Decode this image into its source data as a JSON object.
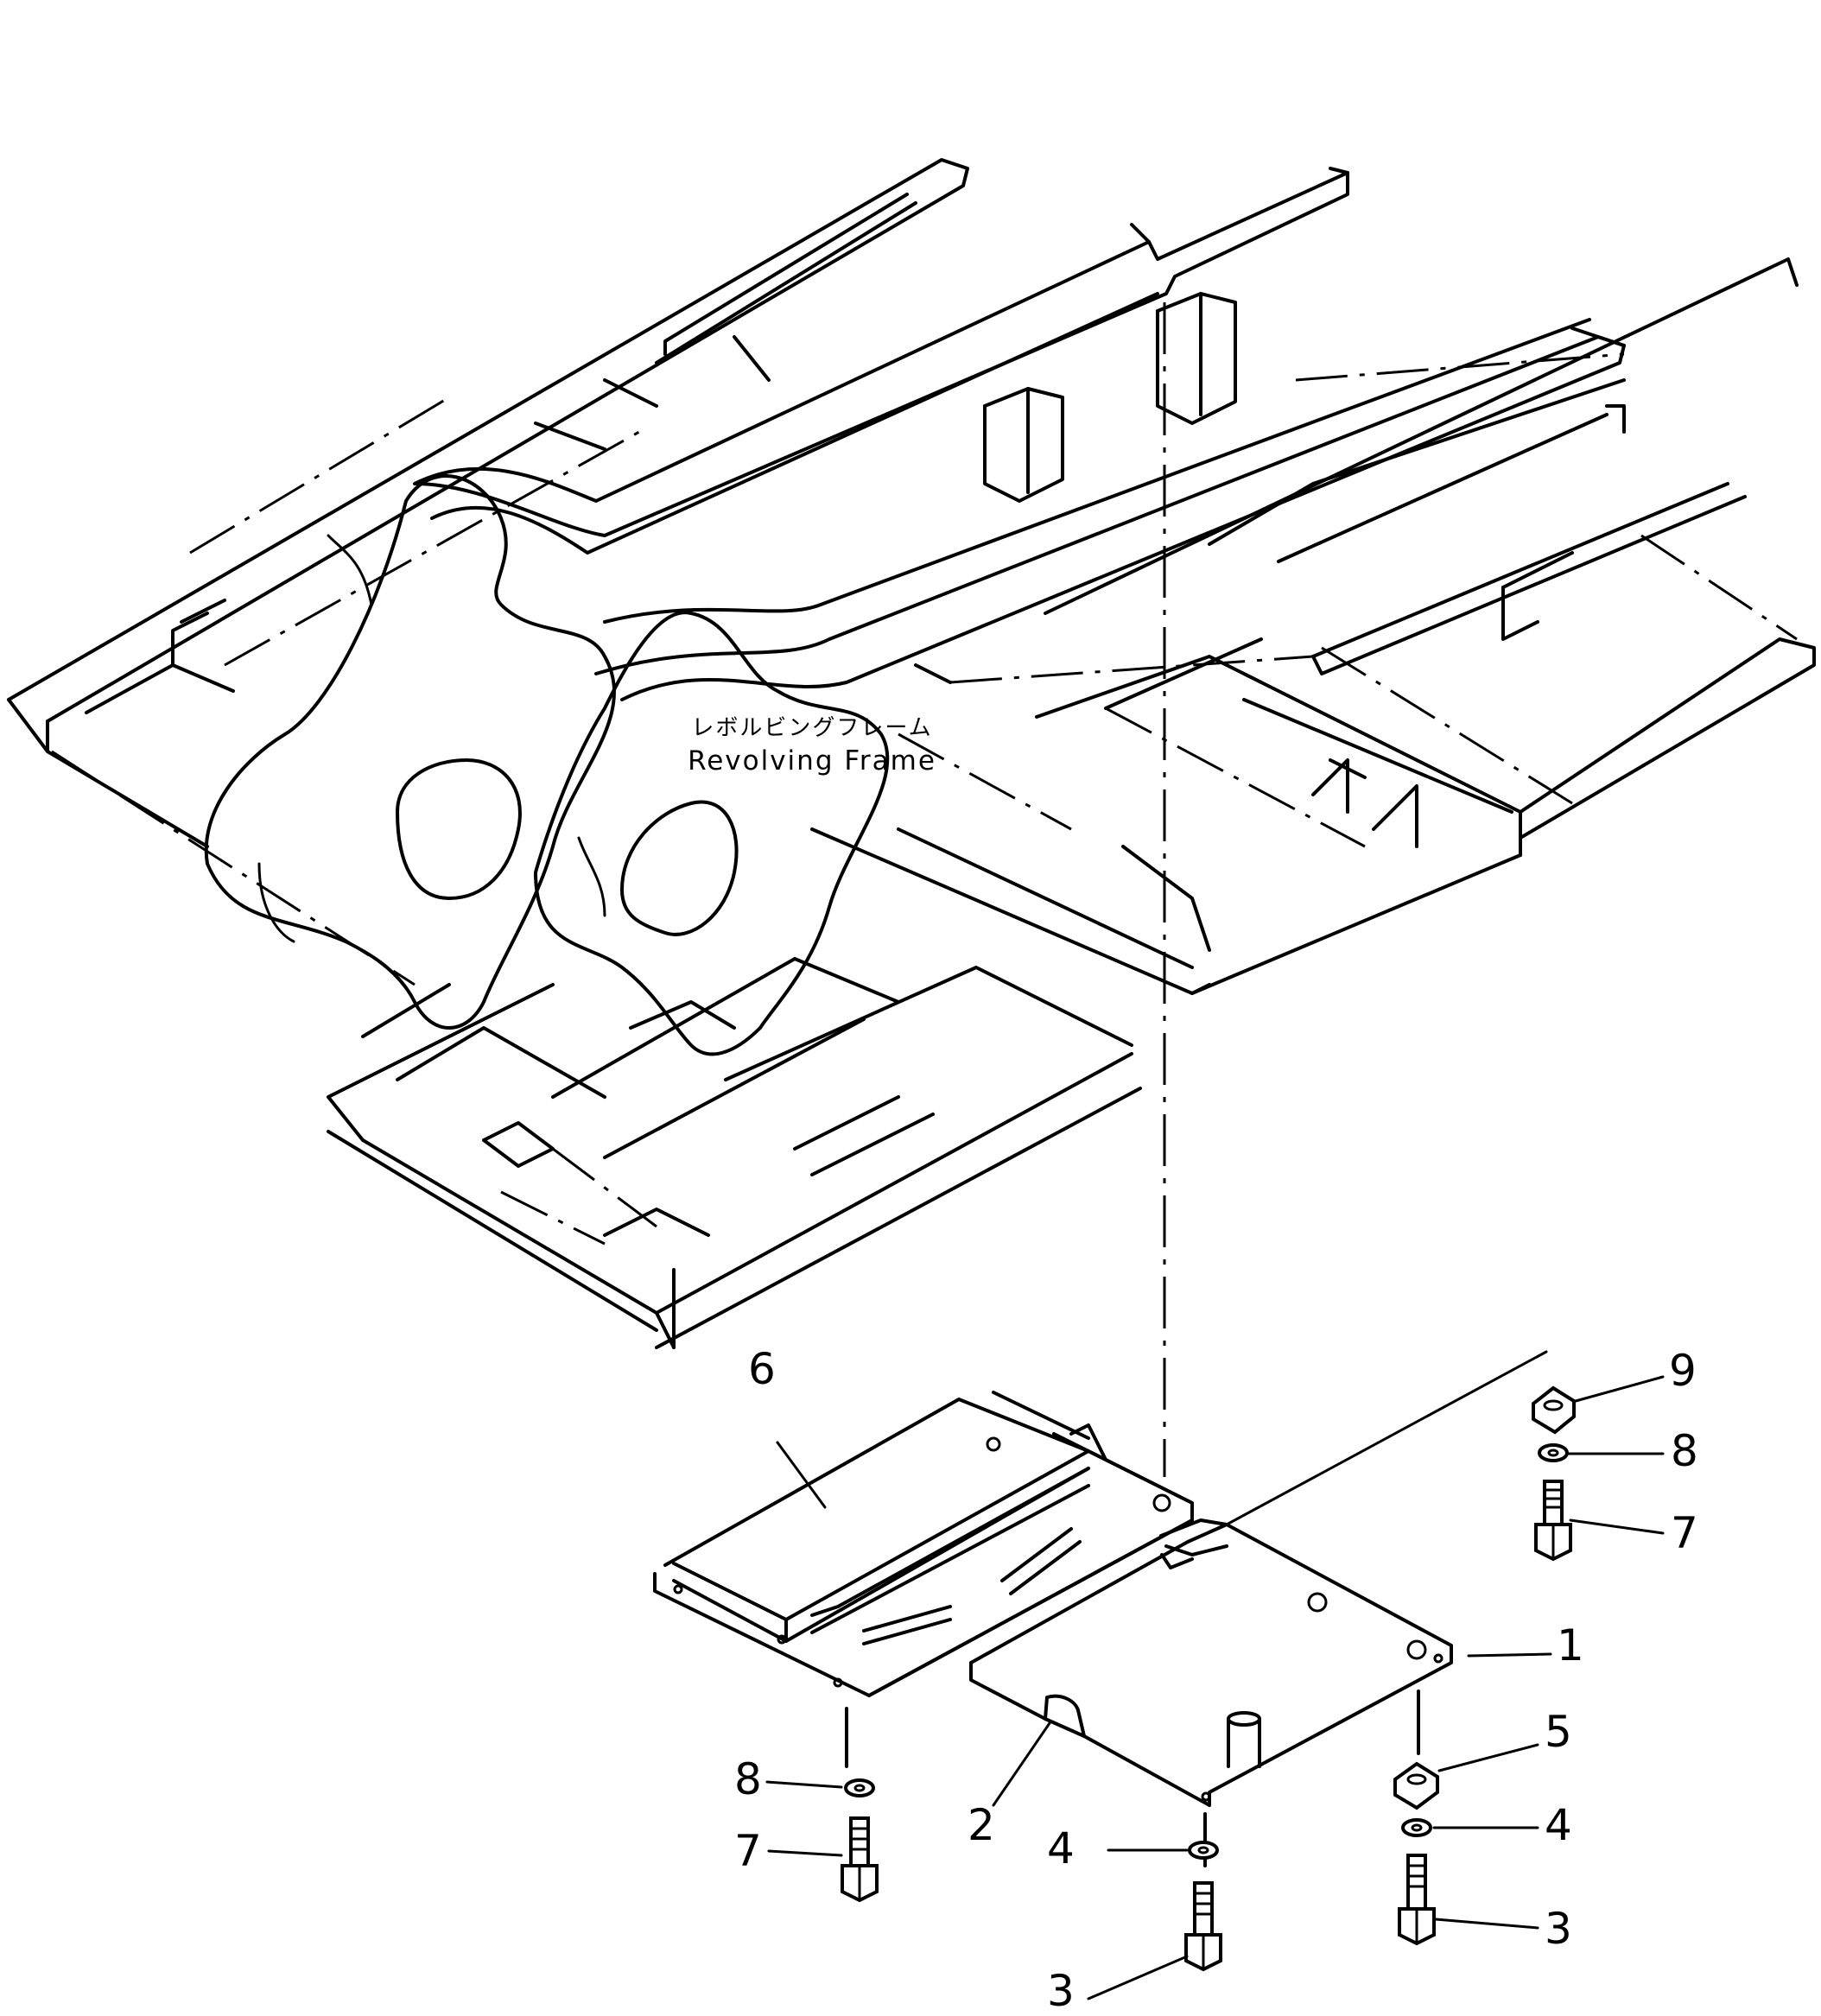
{
  "frame": {
    "label_jp": "レボルビングフレーム",
    "label_en": "Revolving Frame"
  },
  "callouts": {
    "c1": "1",
    "c2": "2",
    "c3a": "3",
    "c3b": "3",
    "c4a": "4",
    "c4b": "4",
    "c5": "5",
    "c6": "6",
    "c7a": "7",
    "c7b": "7",
    "c8a": "8",
    "c8b": "8",
    "c9": "9"
  }
}
